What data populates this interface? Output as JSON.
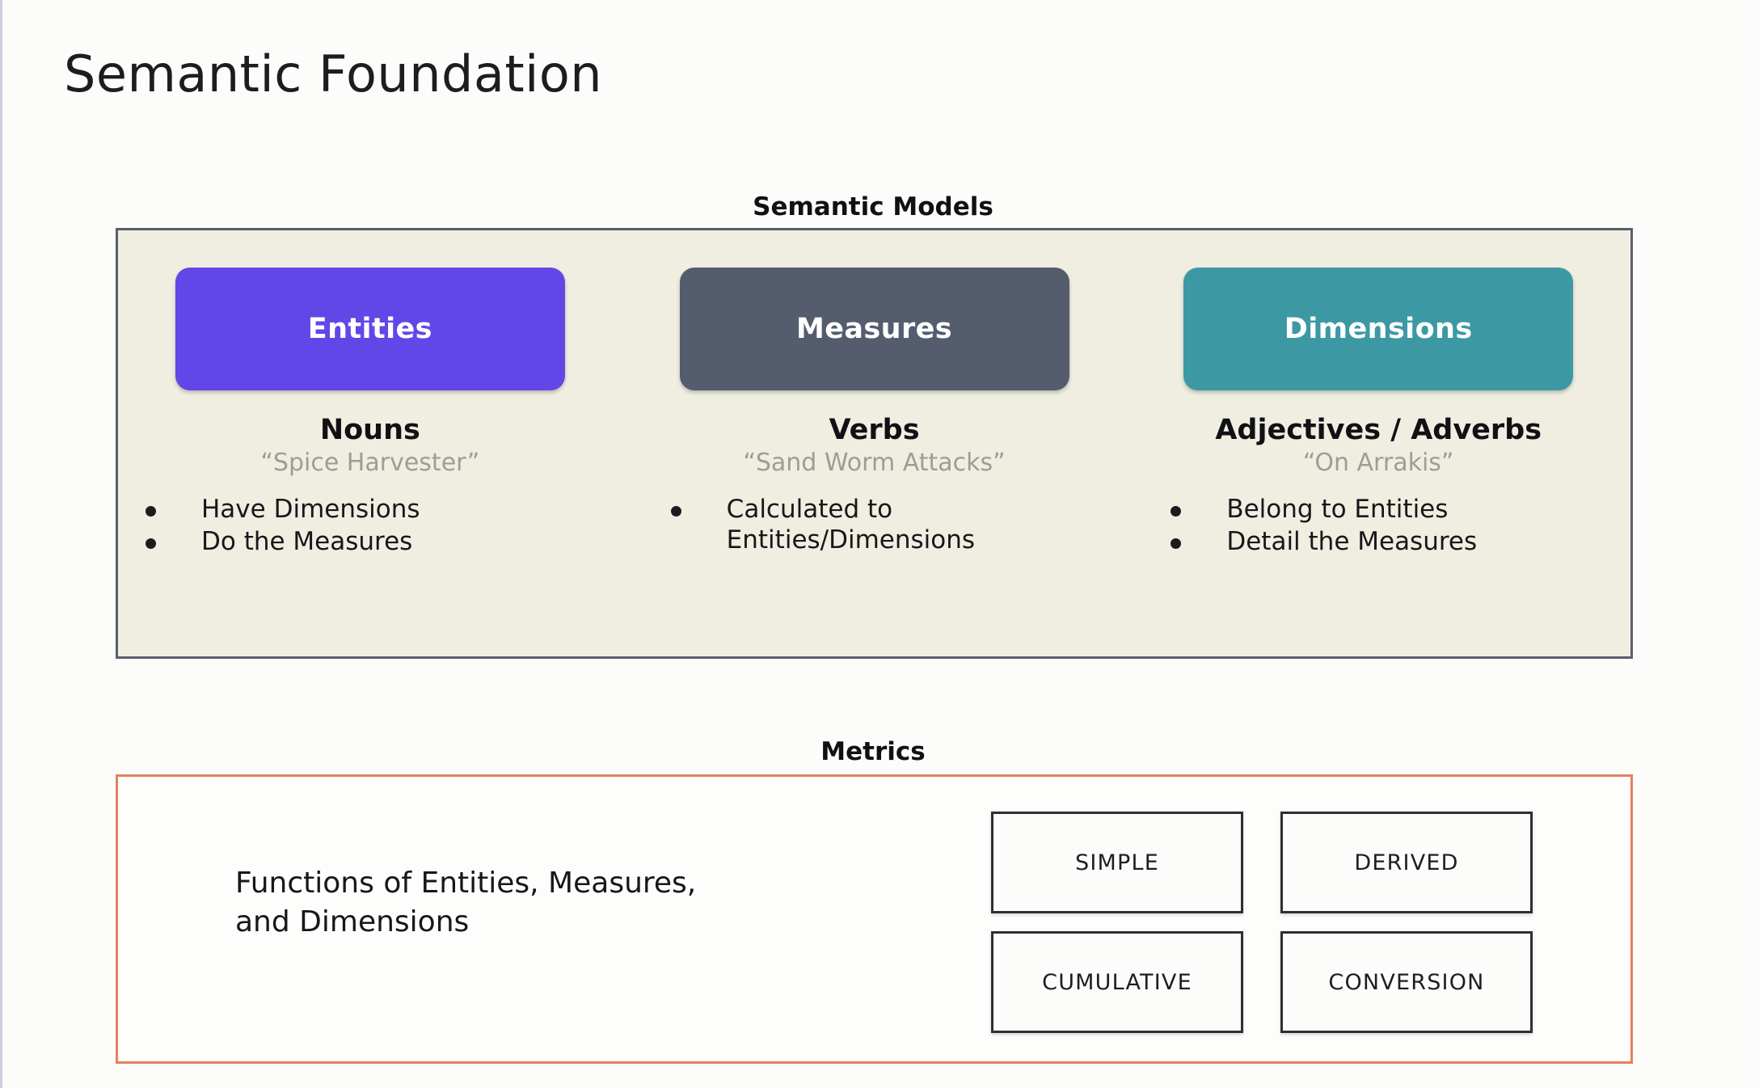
{
  "page_title": "Semantic Foundation",
  "theme": {
    "background": "#fcfcfa",
    "panel_background": "#efeee1",
    "panel_border": "#5a5f6e",
    "metrics_border": "#e2815e",
    "entities_color": "#6247e8",
    "measures_color": "#545c6e",
    "dimensions_color": "#3c99a4",
    "muted_text": "#9d9d98",
    "body_text": "#17171b"
  },
  "semantic_models": {
    "caption": "Semantic Models",
    "columns": [
      {
        "pill_label": "Entities",
        "part_of_speech": "Nouns",
        "example": "“Spice Harvester”",
        "traits": [
          "Have Dimensions",
          "Do the Measures"
        ]
      },
      {
        "pill_label": "Measures",
        "part_of_speech": "Verbs",
        "example": "“Sand Worm Attacks”",
        "traits": [
          "Calculated to\nEntities/Dimensions"
        ]
      },
      {
        "pill_label": "Dimensions",
        "part_of_speech": "Adjectives / Adverbs",
        "example": "“On Arrakis”",
        "traits": [
          "Belong to Entities",
          "Detail the Measures"
        ]
      }
    ]
  },
  "metrics": {
    "caption": "Metrics",
    "description": "Functions of Entities, Measures,\nand Dimensions",
    "types": [
      "SIMPLE",
      "DERIVED",
      "CUMULATIVE",
      "CONVERSION"
    ]
  }
}
